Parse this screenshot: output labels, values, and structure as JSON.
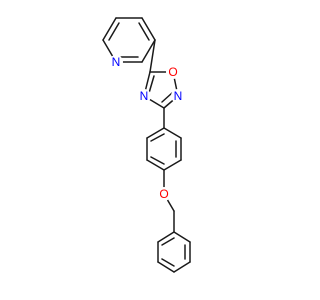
{
  "molecule": {
    "atoms": [
      {
        "element": "N",
        "color": "#0000ff"
      },
      {
        "element": "O",
        "color": "#ff0000"
      },
      {
        "element": "N",
        "color": "#0000ff"
      },
      {
        "element": "N",
        "color": "#0000ff"
      },
      {
        "element": "O",
        "color": "#ff0000"
      }
    ]
  }
}
